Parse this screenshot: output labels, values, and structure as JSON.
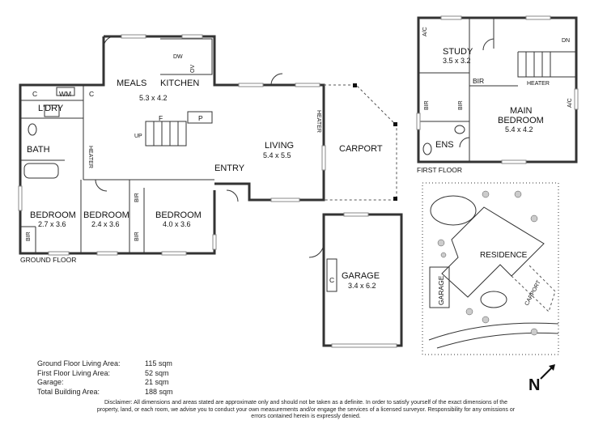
{
  "ground_floor": {
    "floor_label": "GROUND FLOOR",
    "rooms": [
      {
        "name": "MEALS",
        "dims": ""
      },
      {
        "name": "KITCHEN",
        "dims": ""
      },
      {
        "name": "",
        "dims": "5.3 x 4.2"
      },
      {
        "name": "L'DRY",
        "dims": ""
      },
      {
        "name": "BATH",
        "dims": ""
      },
      {
        "name": "LIVING",
        "dims": "5.4 x 5.5"
      },
      {
        "name": "CARPORT",
        "dims": ""
      },
      {
        "name": "ENTRY",
        "dims": ""
      },
      {
        "name": "BEDROOM",
        "dims": "2.7 x 3.6"
      },
      {
        "name": "BEDROOM",
        "dims": "2.4 x 3.6"
      },
      {
        "name": "BEDROOM",
        "dims": "4.0 x 3.6"
      },
      {
        "name": "GARAGE",
        "dims": "3.4 x 6.2"
      }
    ],
    "small_labels": [
      "C",
      "WM",
      "C",
      "DW",
      "OV",
      "F",
      "P",
      "UP",
      "HEATER",
      "HEATER",
      "BIR",
      "BIR",
      "BIR",
      "C"
    ]
  },
  "first_floor": {
    "floor_label": "FIRST FLOOR",
    "rooms": [
      {
        "name": "STUDY",
        "dims": "3.5 x 3.2"
      },
      {
        "name": "MAIN",
        "dims": ""
      },
      {
        "name": "BEDROOM",
        "dims": "5.4 x 4.2"
      },
      {
        "name": "ENS",
        "dims": ""
      }
    ],
    "small_labels": [
      "A/C",
      "DN",
      "BIR",
      "HEATER",
      "BIR",
      "BIR",
      "A/C"
    ]
  },
  "site_plan": {
    "labels": [
      "RESIDENCE",
      "GARAGE",
      "CARPORT"
    ],
    "north": "N"
  },
  "areas": [
    {
      "label": "Ground Floor Living Area:",
      "value": "115 sqm"
    },
    {
      "label": "First Floor Living Area:",
      "value": "52 sqm"
    },
    {
      "label": "Garage:",
      "value": "21 sqm"
    },
    {
      "label": "Total Building Area:",
      "value": "188 sqm"
    }
  ],
  "disclaimer": "Disclaimer: All dimensions and areas stated are approximate only and should not be taken as a definite. In order to satisfy yourself of the exact dimensions of the property, land, or each room, we advise you to conduct your own measurements and/or engage the services of a licensed surveyor. Responsibility for any omissions or errors contained herein is expressly denied."
}
